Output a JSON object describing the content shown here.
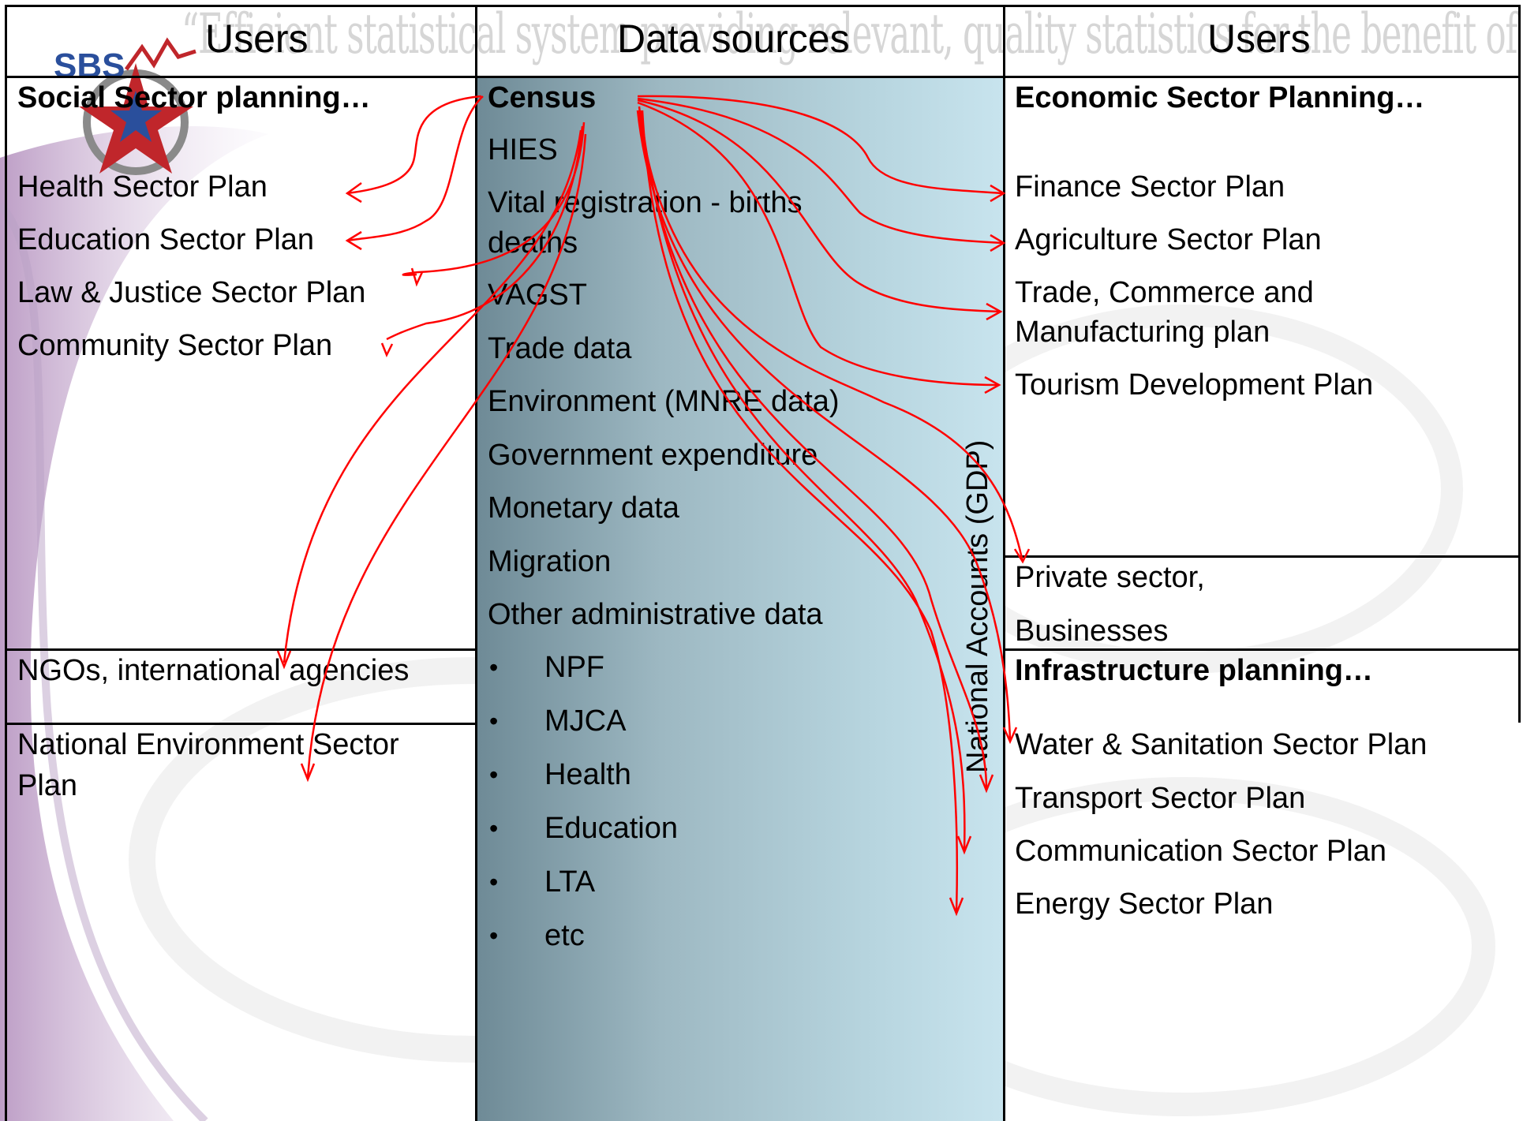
{
  "headers": {
    "left": "Users",
    "middle": "Data sources",
    "right": "Users"
  },
  "motto": "“Efficient statistical system providing relevant, quality statistics for the benefit of Samoa”",
  "logo": {
    "text": "SBS"
  },
  "left_column": {
    "social_heading": "Social Sector planning…",
    "social_items": [
      "Health Sector Plan",
      "Education Sector Plan",
      "Law & Justice Sector Plan",
      "Community Sector Plan"
    ],
    "ngos": "NGOs, international agencies",
    "environment_line1": "National Environment Sector",
    "environment_line2": "Plan"
  },
  "middle_column": {
    "sources": [
      "Census",
      "HIES",
      "Vital registration - births",
      "deaths",
      "VAGST",
      "Trade data",
      "Environment (MNRE data)",
      "Government expenditure",
      "Monetary data",
      "Migration",
      "Other administrative data"
    ],
    "sub_items": [
      "NPF",
      "MJCA",
      "Health",
      "Education",
      "LTA",
      "etc"
    ],
    "bullet_char": "•",
    "gdp_label": "National Accounts (GDP)"
  },
  "right_column": {
    "economic_heading": "Economic Sector Planning…",
    "economic_items": [
      "Finance Sector Plan",
      "Agriculture Sector Plan",
      "Trade, Commerce and",
      "Manufacturing plan",
      "Tourism Development Plan"
    ],
    "private_line1": "Private sector,",
    "private_line2": "Businesses",
    "infra_heading": "Infrastructure planning…",
    "infra_items": [
      "Water & Sanitation Sector Plan",
      "Transport Sector Plan",
      "Communication Sector Plan",
      "Energy Sector Plan"
    ]
  },
  "colors": {
    "arrow": "#ff0000",
    "middle_dark": "#6e8a96",
    "middle_light": "#c8e4ee",
    "logo_blue": "#2a4f9c",
    "logo_red": "#c0262b"
  }
}
